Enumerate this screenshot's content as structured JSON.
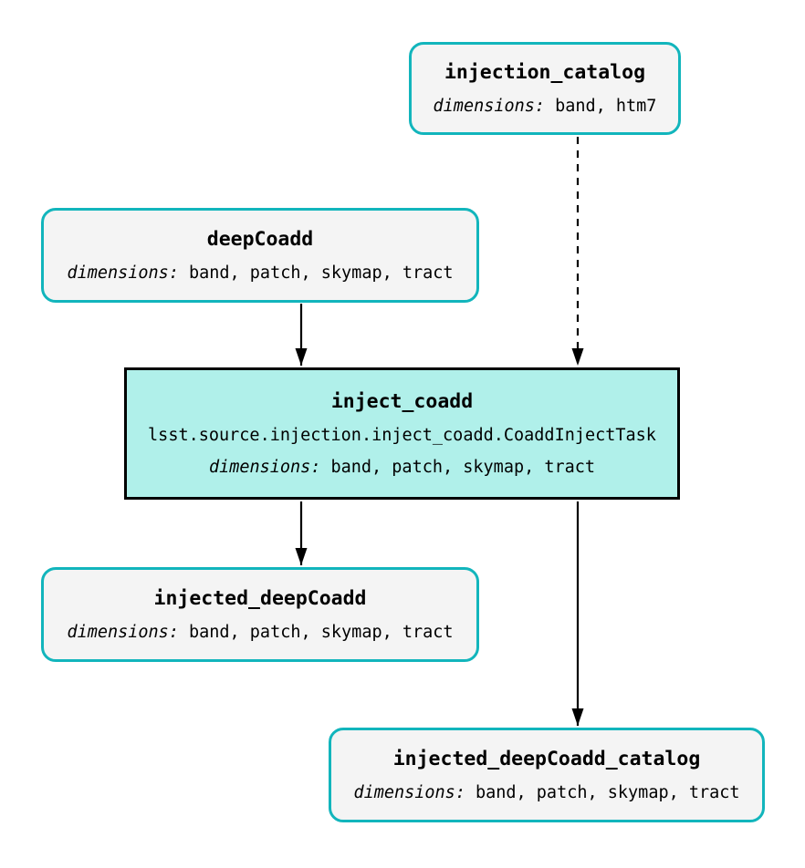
{
  "diagram": {
    "kind": "pipeline-task-graph",
    "colors": {
      "background": "#ffffff",
      "dataset_border": "#12b5bc",
      "dataset_fill": "#f4f4f4",
      "task_border": "#000000",
      "task_fill": "#b0f0ea",
      "edge": "#000000",
      "text": "#000000"
    },
    "nodes": [
      {
        "id": "injection_catalog",
        "type": "dataset",
        "title": "injection_catalog",
        "dimensions_label": "dimensions:",
        "dimensions": "band, htm7"
      },
      {
        "id": "deepCoadd",
        "type": "dataset",
        "title": "deepCoadd",
        "dimensions_label": "dimensions:",
        "dimensions": "band, patch, skymap, tract"
      },
      {
        "id": "inject_coadd",
        "type": "task",
        "title": "inject_coadd",
        "task_class": "lsst.source.injection.inject_coadd.CoaddInjectTask",
        "dimensions_label": "dimensions:",
        "dimensions": "band, patch, skymap, tract"
      },
      {
        "id": "injected_deepCoadd",
        "type": "dataset",
        "title": "injected_deepCoadd",
        "dimensions_label": "dimensions:",
        "dimensions": "band, patch, skymap, tract"
      },
      {
        "id": "injected_deepCoadd_catalog",
        "type": "dataset",
        "title": "injected_deepCoadd_catalog",
        "dimensions_label": "dimensions:",
        "dimensions": "band, patch, skymap, tract"
      }
    ],
    "edges": [
      {
        "from": "deepCoadd",
        "to": "inject_coadd",
        "style": "solid"
      },
      {
        "from": "injection_catalog",
        "to": "inject_coadd",
        "style": "dashed"
      },
      {
        "from": "inject_coadd",
        "to": "injected_deepCoadd",
        "style": "solid"
      },
      {
        "from": "inject_coadd",
        "to": "injected_deepCoadd_catalog",
        "style": "solid"
      }
    ]
  }
}
